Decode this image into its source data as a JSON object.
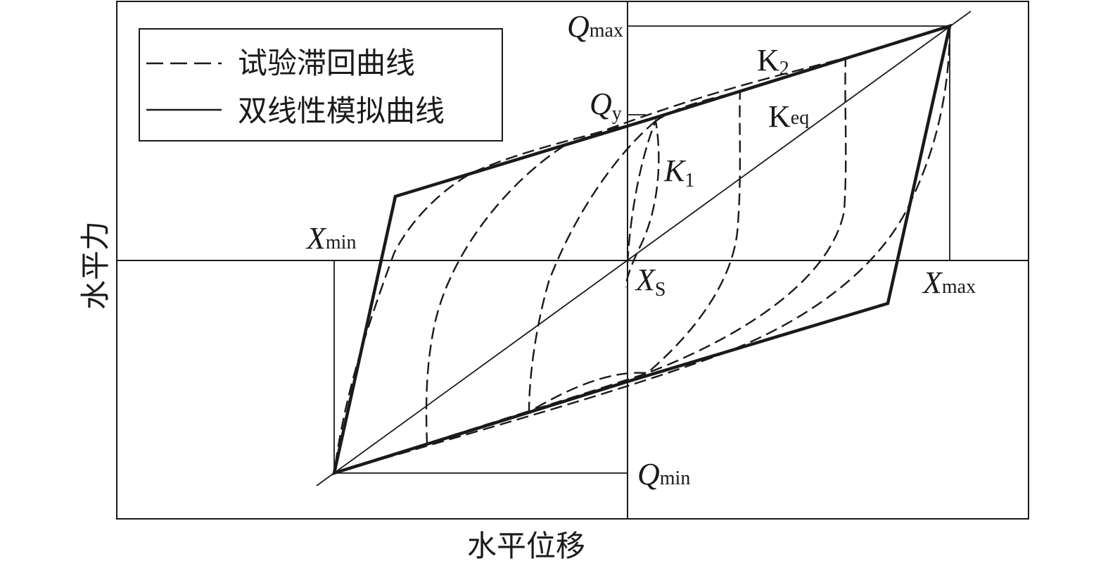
{
  "legend": {
    "items": [
      {
        "label": "试验滞回曲线",
        "style": "dashed"
      },
      {
        "label": "双线性模拟曲线",
        "style": "solid"
      }
    ]
  },
  "axes": {
    "x_label": "水平位移",
    "y_label": "水平力"
  },
  "annotations": {
    "q_max": {
      "main": "Q",
      "sub": "max"
    },
    "q_y": {
      "main": "Q",
      "sub": "y"
    },
    "q_min": {
      "main": "Q",
      "sub": "min"
    },
    "x_min": {
      "main": "X",
      "sub": "min"
    },
    "x_max": {
      "main": "X",
      "sub": "max"
    },
    "x_s": {
      "main": "X",
      "sub": "S"
    },
    "k2": {
      "main": "K",
      "sub": "2"
    },
    "k_eq": {
      "main": "K",
      "sub": "eq"
    },
    "k1": {
      "main": "K",
      "sub": "1"
    }
  },
  "colors": {
    "ink": "#1a1a1a",
    "background": "#ffffff"
  }
}
